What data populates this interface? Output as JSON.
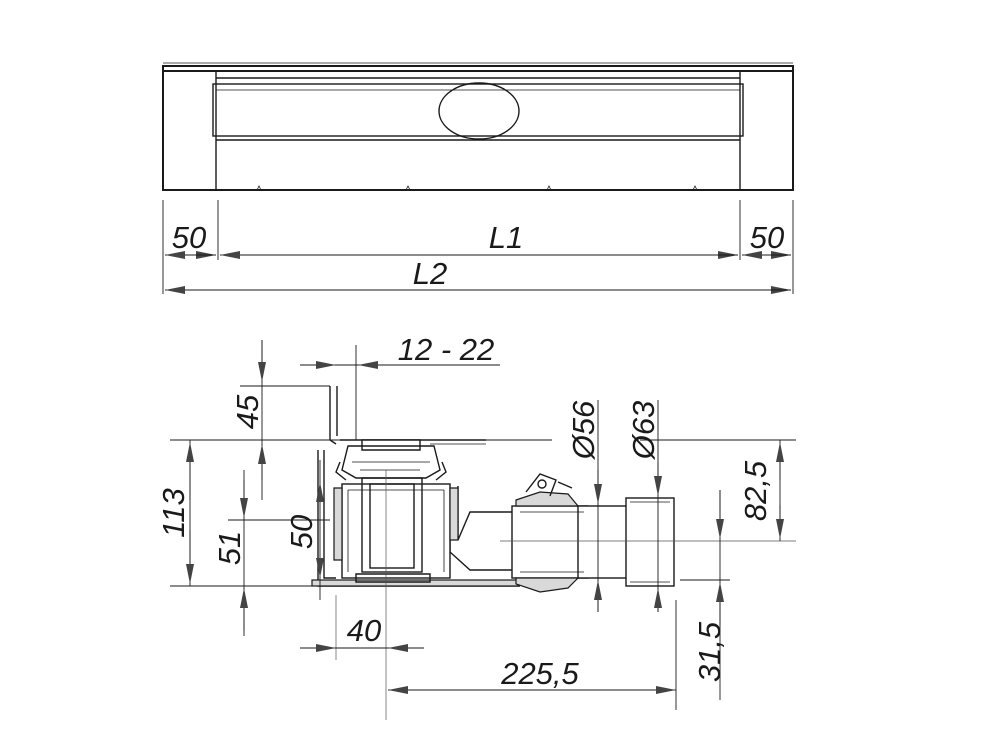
{
  "top_view": {
    "dim_left": "50",
    "dim_center": "L1",
    "dim_right": "50",
    "dim_total": "L2"
  },
  "section_view": {
    "dim_height_adjust": "12 - 22",
    "dim_flange_height": "45",
    "dim_total_height": "113",
    "dim_trap_height": "51",
    "dim_inner_height": "50",
    "dim_offset": "40",
    "dim_outlet_length": "225,5",
    "dim_pipe_56": "Ø56",
    "dim_pipe_63": "Ø63",
    "dim_outlet_top": "82,5",
    "dim_outlet_bottom": "31,5"
  }
}
